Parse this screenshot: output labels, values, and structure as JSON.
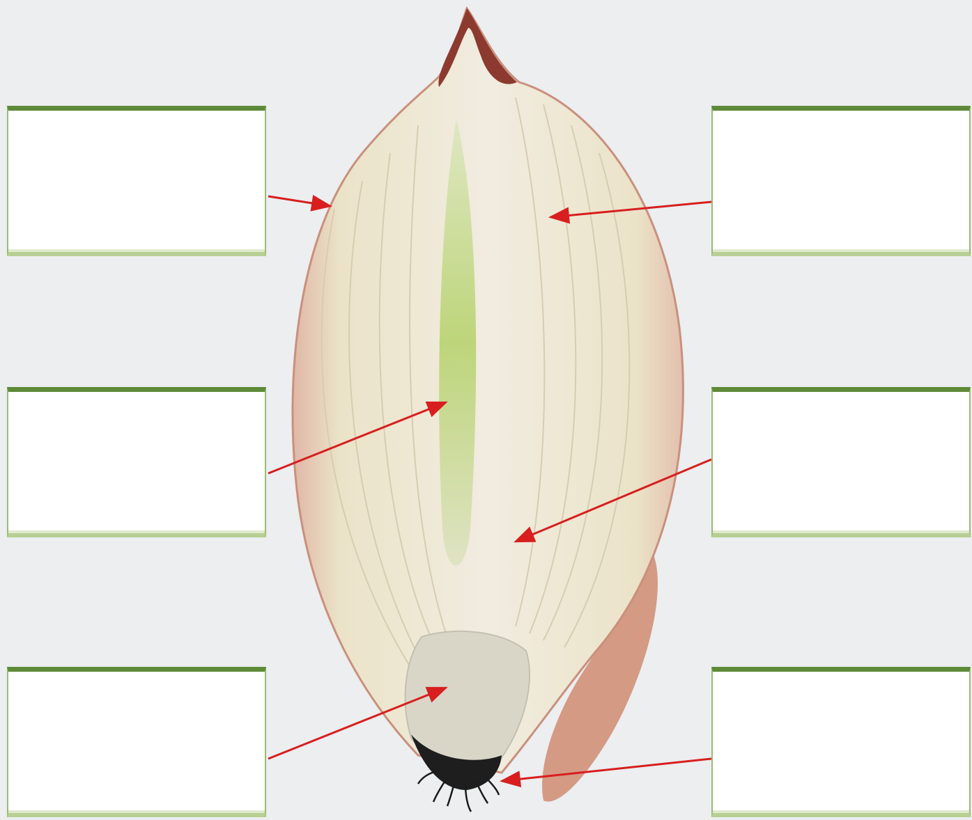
{
  "labels": [
    {
      "id": "label-top-left",
      "text": ""
    },
    {
      "id": "label-middle-left",
      "text": ""
    },
    {
      "id": "label-bottom-left",
      "text": ""
    },
    {
      "id": "label-top-right",
      "text": ""
    },
    {
      "id": "label-middle-right",
      "text": ""
    },
    {
      "id": "label-bottom-right",
      "text": ""
    }
  ],
  "colors": {
    "background": "#eceef0",
    "box_border_top": "#5e8a38",
    "box_border": "#9cba74",
    "arrow": "#d81e1e",
    "onion_flesh": "#ece6cf",
    "onion_skin": "#d99a86",
    "shoot": "#bcd77d",
    "basal_plate": "#d9d6c8",
    "roots": "#1a1a1a"
  },
  "icons": [
    "red-arrow"
  ]
}
